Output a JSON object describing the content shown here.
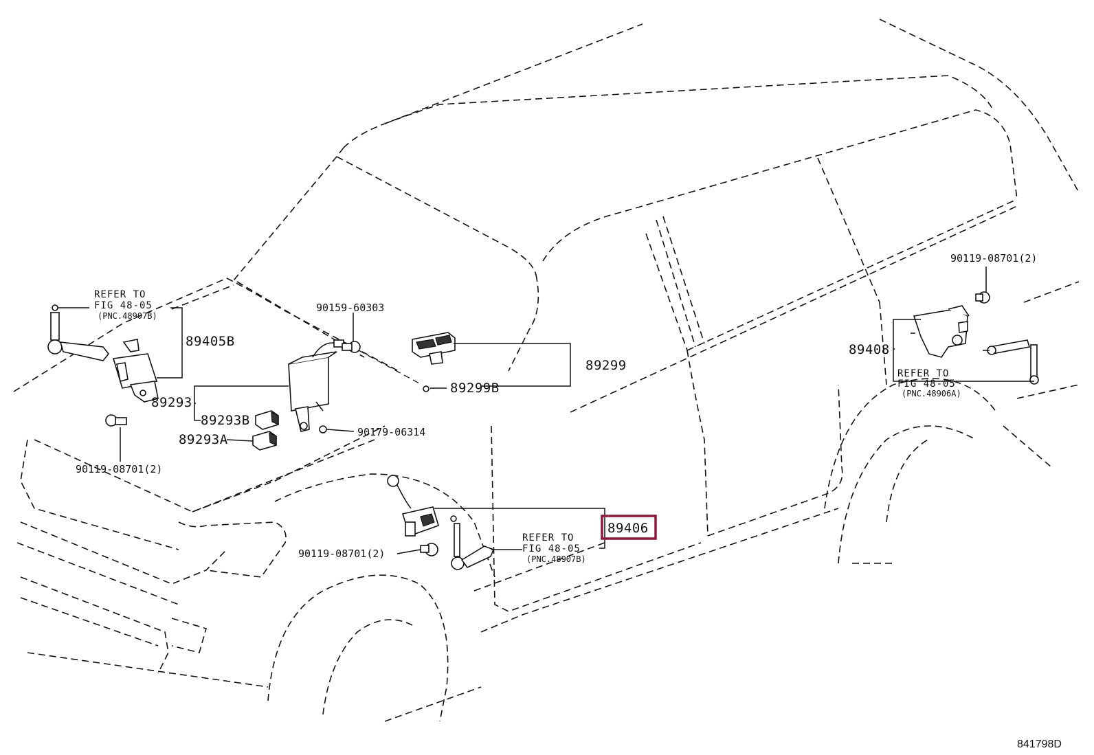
{
  "diagram": {
    "figure_id": "841798D",
    "highlight_color": "#8b1a3a",
    "labels": {
      "p89405B": "89405B",
      "p89293": "89293",
      "p89293B": "89293B",
      "p89293A": "89293A",
      "bolt_front_left": "90119-08701(2)",
      "bolt_top": "90159-60303",
      "p89299": "89299",
      "p89299B": "89299B",
      "nut_90179": "90179-06314",
      "bolt_rear": "90119-08701(2)",
      "p89408": "89408",
      "p89406": "89406",
      "bolt_front_wheel": "90119-08701(2)"
    },
    "refs": {
      "front_left": {
        "line1": "REFER TO",
        "line2": "FIG 48-05",
        "line3": "(PNC.48907B)"
      },
      "front_wheel": {
        "line1": "REFER TO",
        "line2": "FIG 48-05",
        "line3": "(PNC.48907B)"
      },
      "rear": {
        "line1": "REFER TO",
        "line2": "FIG 48-05",
        "line3": "(PNC.48906A)"
      }
    }
  }
}
